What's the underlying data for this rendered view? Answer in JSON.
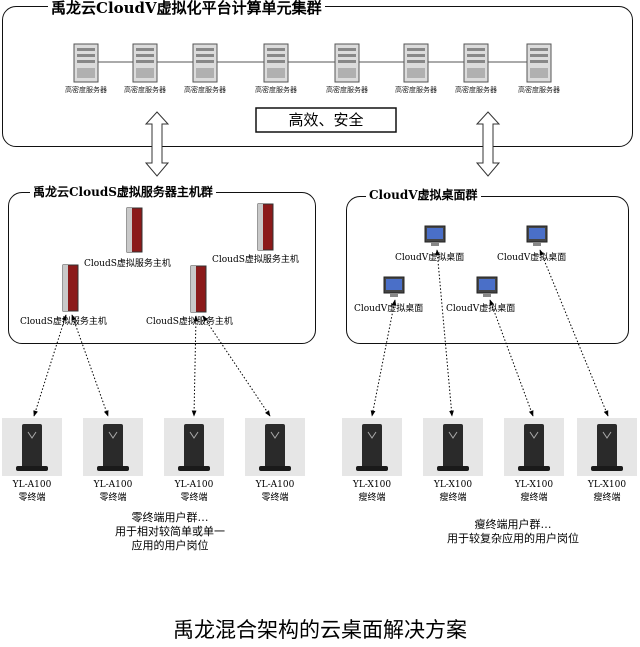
{
  "top_cluster": {
    "title": "禹龙云CloudV虚拟化平台计算单元集群",
    "server_labels": [
      "高密度服务器",
      "高密度服务器",
      "高密度服务器",
      "高密度服务器",
      "高密度服务器",
      "高密度服务器",
      "高密度服务器",
      "高密度服务器"
    ],
    "banner": "高效、安全"
  },
  "host_cluster": {
    "title": "禹龙云CloudS虚拟服务器主机群",
    "host_labels": [
      "CloudS虚拟服务主机",
      "CloudS虚拟服务主机",
      "CloudS虚拟服务主机",
      "CloudS虚拟服务主机"
    ]
  },
  "desktop_cluster": {
    "title": "CloudV虚拟桌面群",
    "desktop_labels": [
      "CloudV虚拟桌面",
      "CloudV虚拟桌面",
      "CloudV虚拟桌面",
      "CloudV虚拟桌面"
    ]
  },
  "zero_clients": {
    "model": "YL-A100",
    "type": "零终端",
    "caption_line1": "零终端用户群…",
    "caption_line2": "用于相对较简单或单一",
    "caption_line3": "应用的用户岗位"
  },
  "thin_clients": {
    "model": "YL-X100",
    "type": "瘦终端",
    "caption_line1": "瘦终端用户群…",
    "caption_line2": "用于较复杂应用的用户岗位"
  },
  "footer": {
    "title": "禹龙混合架构的云桌面解决方案"
  },
  "colors": {
    "border": "#111111",
    "host_red": "#8b1a1a",
    "screen_blue": "#4a6fc8"
  }
}
